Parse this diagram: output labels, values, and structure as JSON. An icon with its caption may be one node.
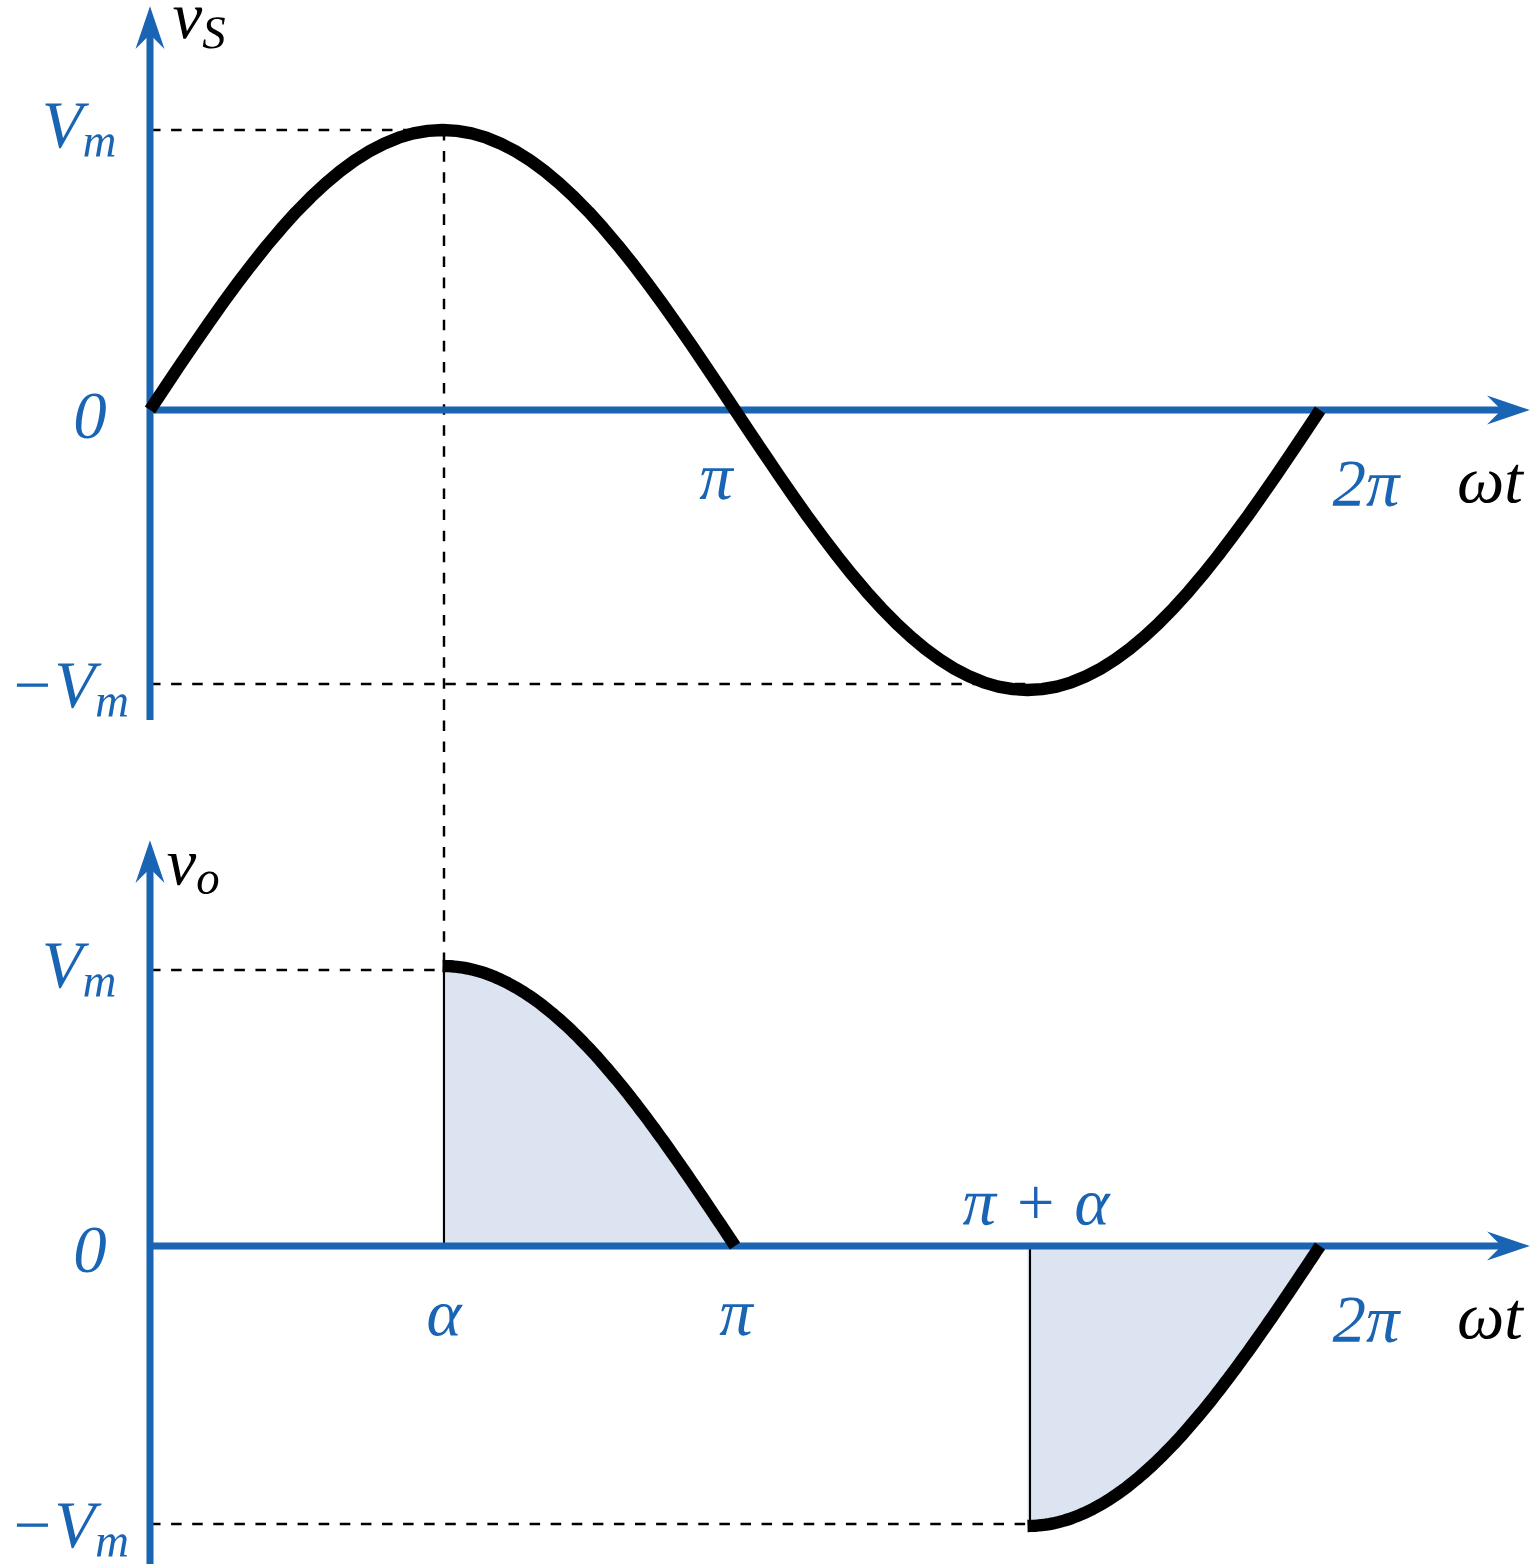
{
  "diagram": {
    "labels": [
      "v$_{S}$",
      "V$_{m}$",
      "0",
      "π",
      "2π",
      "ωt",
      "−V$_{m}$",
      "v$_{o}$",
      "V$_{m}$",
      "π + α",
      "0",
      "α",
      "π",
      "2π",
      "ωt",
      "−V$_{m}$"
    ]
  }
}
